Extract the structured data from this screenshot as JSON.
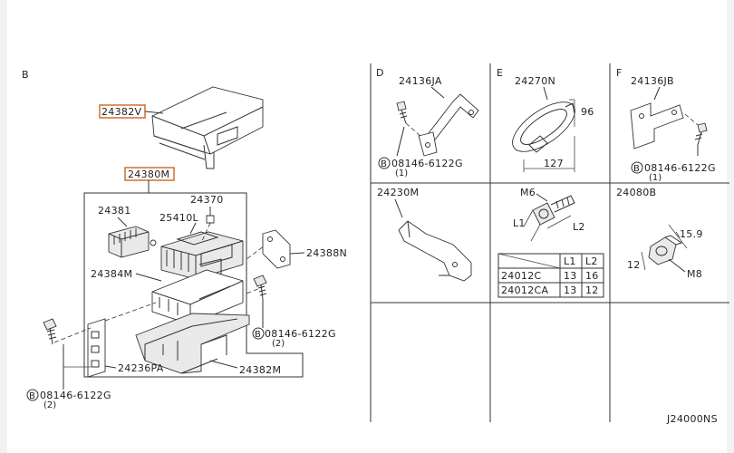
{
  "sections": {
    "b": "B",
    "d": "D",
    "e": "E",
    "f": "F"
  },
  "parts": {
    "p24382V": "24382V",
    "p24380M": "24380M",
    "p24370": "24370",
    "p24381": "24381",
    "p25410L": "25410L",
    "p24388N": "24388N",
    "p24384M": "24384M",
    "p24236PA": "24236PA",
    "p24382M": "24382M",
    "p24136JA": "24136JA",
    "p24270N": "24270N",
    "p24136JB": "24136JB",
    "p24230M": "24230M",
    "p24080B": "24080B"
  },
  "bolts": {
    "main_code": "08146-6122G",
    "main_qty": "(2)",
    "left_code": "08146-6122G",
    "left_qty": "(2)",
    "d_code": "08146-6122G",
    "d_qty": "(1)",
    "f_code": "08146-6122G",
    "f_qty": "(1)",
    "circle_letter": "B"
  },
  "dimensions": {
    "e_height": "96",
    "e_width": "127",
    "bolt_thread": "M6",
    "bolt_l1": "L1",
    "bolt_l2": "L2",
    "nut_dim": "15.9",
    "nut_height": "12",
    "nut_thread": "M8"
  },
  "spec_table": {
    "headers": [
      "L1",
      "L2"
    ],
    "rows": [
      {
        "part": "24012C",
        "l1": "13",
        "l2": "16"
      },
      {
        "part": "24012CA",
        "l1": "13",
        "l2": "12"
      }
    ]
  },
  "footer_code": "J24000NS",
  "highlight_color": "#d4783a"
}
